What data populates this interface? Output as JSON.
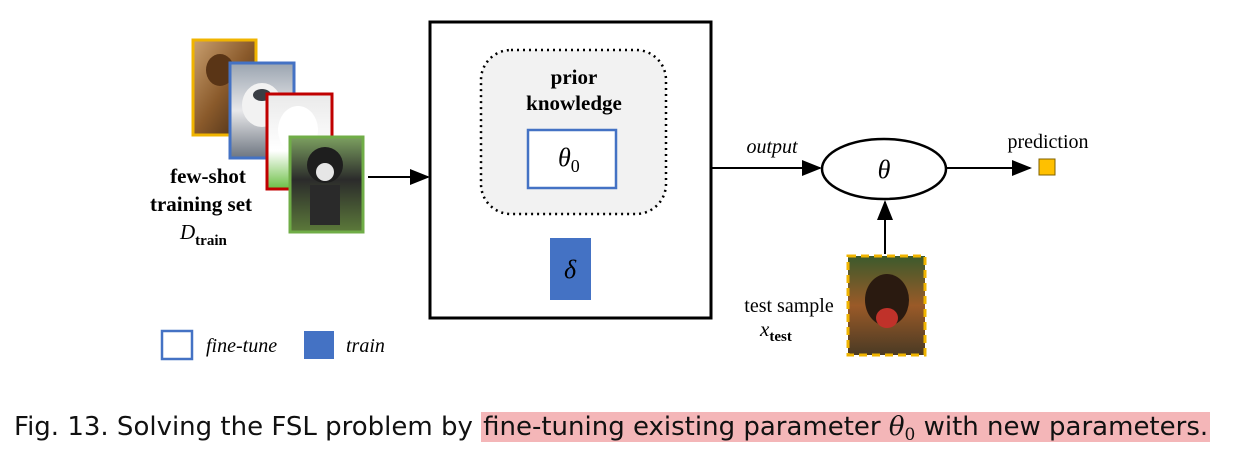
{
  "training": {
    "label_line1": "few-shot",
    "label_line2": "training set",
    "symbol": "D",
    "symbol_sub": "train"
  },
  "model": {
    "prior_line1": "prior",
    "prior_line2": "knowledge",
    "theta0": "θ",
    "theta0_sub": "0",
    "delta": "δ"
  },
  "flow": {
    "output_label": "output",
    "theta": "θ",
    "prediction_label": "prediction"
  },
  "test": {
    "label": "test sample",
    "symbol": "x",
    "symbol_sub": "test"
  },
  "legend": {
    "finetune_label": "fine-tune",
    "train_label": "train"
  },
  "caption": {
    "prefix": "Fig. 13.  Solving the FSL problem by ",
    "highlight_text": "fine-tuning existing parameter ",
    "theta": "θ",
    "theta_sub": "0",
    "highlight_suffix": " with new parameters."
  },
  "colors": {
    "yellow_frame": "#f0b400",
    "blue_frame": "#4472c4",
    "red_frame": "#c00000",
    "green_frame": "#70ad47",
    "train_fill": "#4472c4",
    "prediction_square": "#ffc000",
    "highlight": "#f4b6b8"
  }
}
